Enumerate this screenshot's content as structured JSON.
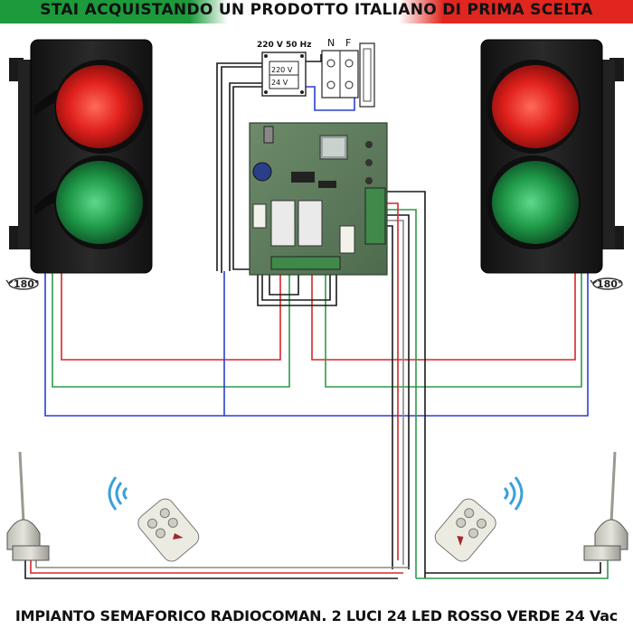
{
  "banner": {
    "text": "STAI ACQUISTANDO UN PRODOTTO ITALIANO DI PRIMA SCELTA",
    "colors": {
      "green": "#1c9a3c",
      "white": "#ffffff",
      "red": "#e0261f"
    }
  },
  "footer": {
    "text": "IMPIANTO SEMAFORICO RADIOCOMAN. 2 LUCI 24 LED ROSSO VERDE 24 Vac"
  },
  "transformer": {
    "header": "220 V 50 Hz",
    "in_label": "220 V",
    "out_label": "24 V"
  },
  "breaker": {
    "n_label": "N",
    "f_label": "F"
  },
  "traffic_lights": {
    "left_rotation": "180°",
    "right_rotation": "180°",
    "colors": {
      "housing": "#1a1a1a",
      "red": "#e01f1f",
      "green": "#1f9a48"
    }
  },
  "wires": {
    "colors": {
      "black": "#1a1a1a",
      "red": "#d8262a",
      "green": "#2f9a4a",
      "blue": "#2a3fd0",
      "grey": "#888888"
    }
  },
  "icons": [
    "traffic-light-icon",
    "antenna-icon",
    "remote-control-icon",
    "radio-signal-icon",
    "control-board-icon",
    "transformer-icon",
    "breaker-icon",
    "rotation-arrow-icon"
  ]
}
